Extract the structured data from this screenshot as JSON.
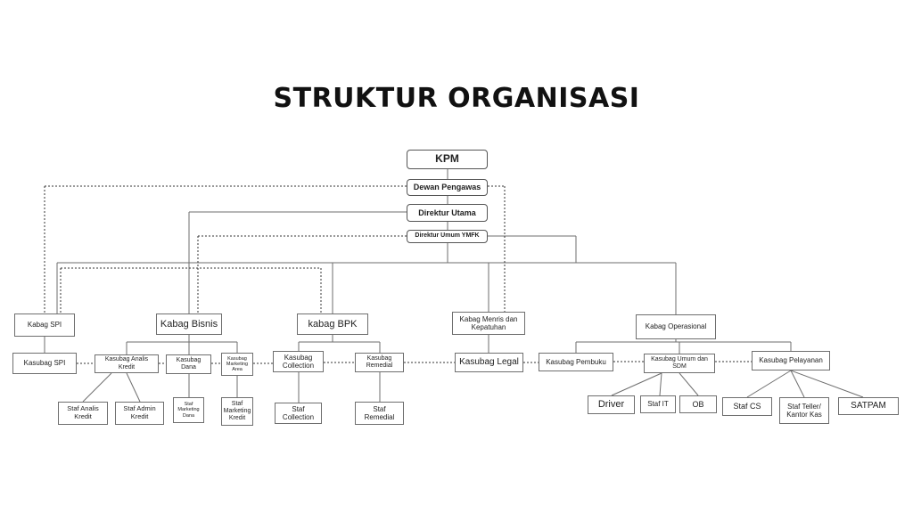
{
  "title": "STRUKTUR ORGANISASI",
  "nodes": {
    "kpm": "KPM",
    "dewan_pengawas": "Dewan Pengawas",
    "direktur_utama": "Direktur Utama",
    "direktur_umum": "Direktur Umum YMFK",
    "kabag_spi": "Kabag SPI",
    "kabag_bisnis": "Kabag Bisnis",
    "kabag_bpk": "kabag BPK",
    "kabag_menris": "Kabag Menris dan Kepatuhan",
    "kabag_operasional": "Kabag Operasional",
    "kasubag_spi": "Kasubag SPI",
    "kasubag_analis_kredit": "Kasubag Analis Kredit",
    "kasubag_dana": "Kasubag Dana",
    "kasubag_marketing_area": "Kasubag Marketing Area",
    "kasubag_collection": "Kasubag Collection",
    "kasubag_remedial": "Kasubag Remedial",
    "kasubag_legal": "Kasubag Legal",
    "kasubag_pembuku": "Kasubag Pembuku",
    "kasubag_umum_sdm": "Kasubag Umum dan SDM",
    "kasubag_pelayanan": "Kasubag Pelayanan",
    "staf_analis_kredit": "Staf Analis Kredit",
    "staf_admin_kredit": "Staf Admin Kredit",
    "staf_marketing_dana": "Staf Marketing Dana",
    "staf_marketing_kredit": "Staf Marketing Kredit",
    "staf_collection": "Staf Collection",
    "staf_remedial": "Staf Remedial",
    "driver": "Driver",
    "staf_it": "Staf IT",
    "ob": "OB",
    "staf_cs": "Staf CS",
    "staf_teller": "Staf Teller/ Kantor Kas",
    "satpam": "SATPAM"
  }
}
